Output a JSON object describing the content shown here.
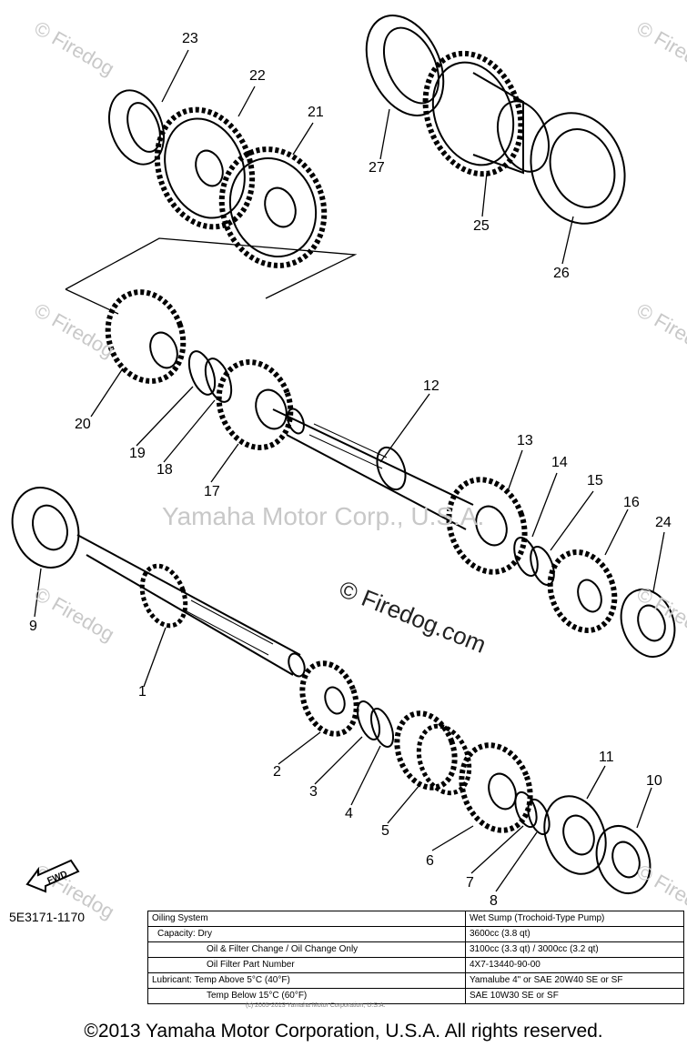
{
  "watermarks": {
    "corner": "© Firedog",
    "center": "Yamaha Motor Corp., U.S.A.",
    "firedog": "© Firedog.com"
  },
  "callouts": [
    "1",
    "2",
    "3",
    "4",
    "5",
    "6",
    "7",
    "8",
    "9",
    "10",
    "11",
    "12",
    "13",
    "14",
    "15",
    "16",
    "17",
    "18",
    "19",
    "20",
    "21",
    "22",
    "23",
    "24",
    "25",
    "26",
    "27"
  ],
  "part_code": "5E3171-1170",
  "fwd_label": "FWD",
  "spec_table": [
    {
      "key": "Oiling System",
      "value": "Wet Sump (Trochoid-Type Pump)"
    },
    {
      "key": "Capacity: Dry",
      "value": "3600cc (3.8 qt)"
    },
    {
      "key": "Oil & Filter Change / Oil Change Only",
      "value": "3100cc (3.3 qt) / 3000cc (3.2 qt)"
    },
    {
      "key": "Oil Filter Part Number",
      "value": "4X7-13440-90-00"
    },
    {
      "key": "Lubricant: Temp Above 5°C (40°F)",
      "value": "Yamalube 4\" or SAE 20W40 SE or SF"
    },
    {
      "key": "Temp Below 15°C (60°F)",
      "value": "SAE 10W30 SE or SF"
    }
  ],
  "small_copyright": "(c) 2005-2013 Yamaha Motor Corporation, U.S.A.",
  "footer": "©2013 Yamaha Motor Corporation, U.S.A. All rights reserved."
}
